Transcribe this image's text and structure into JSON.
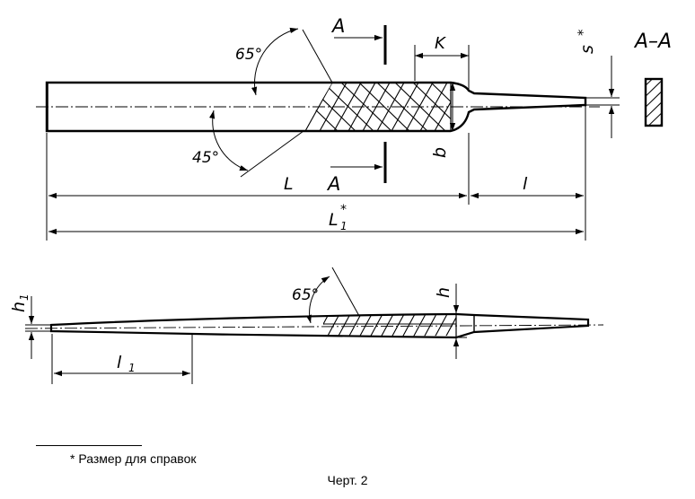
{
  "top_view": {
    "labels": {
      "angle_top": "65°",
      "angle_bottom": "45°",
      "section_mark_top": "A",
      "section_mark_bottom": "A",
      "dim_K": "K",
      "dim_s": "s",
      "dim_s_star": "*",
      "dim_b": "b",
      "dim_L": "L",
      "dim_l": "l",
      "dim_L1": "L",
      "dim_L1_sub": "1",
      "dim_L1_star": "*"
    }
  },
  "section_view": {
    "title": "A–A"
  },
  "side_view": {
    "labels": {
      "angle": "65°",
      "dim_h1": "h",
      "dim_h1_sub": "1",
      "dim_h": "h",
      "dim_l1": "l",
      "dim_l1_sub": "1"
    }
  },
  "footnote": "* Размер для справок",
  "caption": "Черт. 2"
}
